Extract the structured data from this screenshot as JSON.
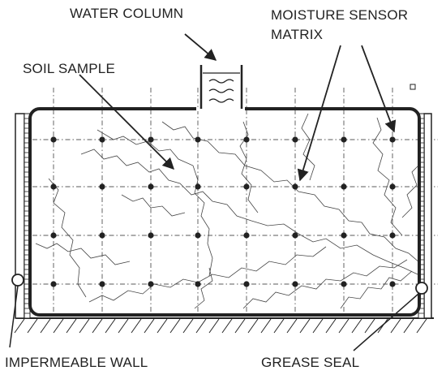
{
  "labels": {
    "water_column": "WATER COLUMN",
    "moisture_sensor_line1": "MOISTURE SENSOR",
    "moisture_sensor_line2": "MATRIX",
    "soil_sample": "SOIL SAMPLE",
    "impermeable_wall": "IMPERMEABLE WALL",
    "grease_seal": "GREASE SEAL"
  },
  "colors": {
    "ink": "#222222",
    "background": "#ffffff"
  },
  "sensor_grid": {
    "rows": 4,
    "columns": 8
  }
}
